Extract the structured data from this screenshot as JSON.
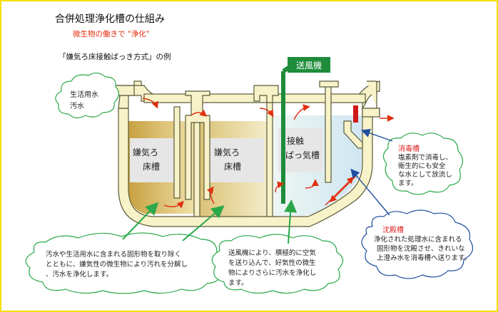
{
  "title": "合併処理浄化槽の仕組み",
  "subtitle": "微生物の働きで \"浄化\"",
  "method": "「嫌気ろ床接触ばっき方式」の例",
  "blower": "送風機",
  "inflow": [
    "生活用水",
    "汚水"
  ],
  "chambers": {
    "anaerobe1": [
      "嫌気ろ",
      "床槽"
    ],
    "anaerobe2": [
      "嫌気ろ",
      "床槽"
    ],
    "aeration": [
      "接触",
      "ばっ気槽"
    ]
  },
  "disinfection": {
    "title": "消毒槽",
    "lines": [
      "塩素剤で消毒し、",
      "衛生的にも安全",
      "な水として放流し",
      "ます。"
    ]
  },
  "settling": {
    "title": "沈殿槽",
    "lines": [
      "浄化された処理水に含まれる",
      "固形物を沈殿させ、きれいな",
      "上澄み水を消毒槽へ送ります。"
    ]
  },
  "note_anaerobic": {
    "lines": [
      "汚水や生活用水に含まれる固形物を取り除く",
      "とともに、嫌気性の微生物により汚れを分解し",
      "、汚水を浄化します。"
    ]
  },
  "note_aeration": {
    "lines": [
      "送風機により、積極的に空気",
      "を送り込んで、好気性の微生",
      "物によりさらに汚水を浄化し",
      "ます。"
    ]
  },
  "colors": {
    "frame": "#f2e100",
    "tank_wall": "#f7f2c8",
    "wall_stroke": "#5a5a3a",
    "sludge": "#d2b050",
    "clear_water": "#d8ecf5",
    "media": "#e6e6e6",
    "blower": "#1e8c3a",
    "arrow_red": "#e03010",
    "leader_green": "#2aa84a",
    "leader_blue": "#1f4fa0",
    "disinfect_mark": "#d01818",
    "text_red": "#e02020"
  }
}
